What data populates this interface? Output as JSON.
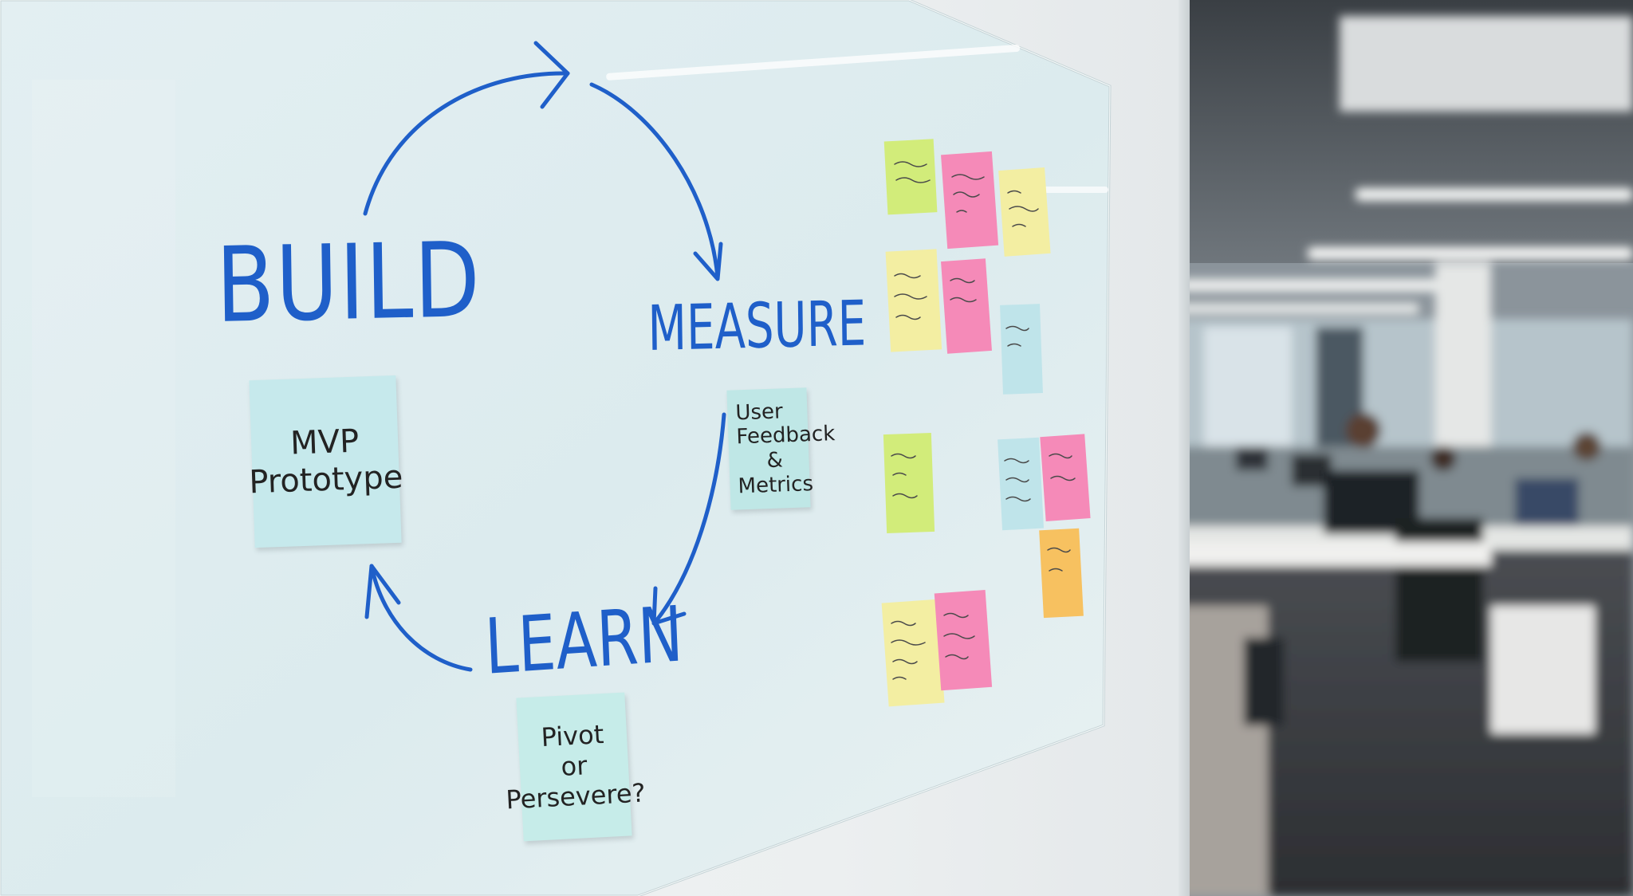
{
  "whiteboard": {
    "cycle_labels": {
      "build": "BUILD",
      "measure": "MEASURE",
      "learn": "LEARN"
    },
    "sticky_notes": {
      "build_note": [
        "MVP",
        "Prototype"
      ],
      "measure_note": [
        "User",
        "Feedback",
        "& Metrics"
      ],
      "learn_note": [
        "Pivot",
        "or",
        "Persevere?"
      ]
    },
    "ink_color": "#1f5fc9"
  },
  "sticky_wall": {
    "colors": {
      "green": "#d2ec7a",
      "pink": "#f58ab8",
      "yellow": "#f3eea2",
      "blue": "#bfe4ea",
      "orange": "#f7c160"
    }
  }
}
